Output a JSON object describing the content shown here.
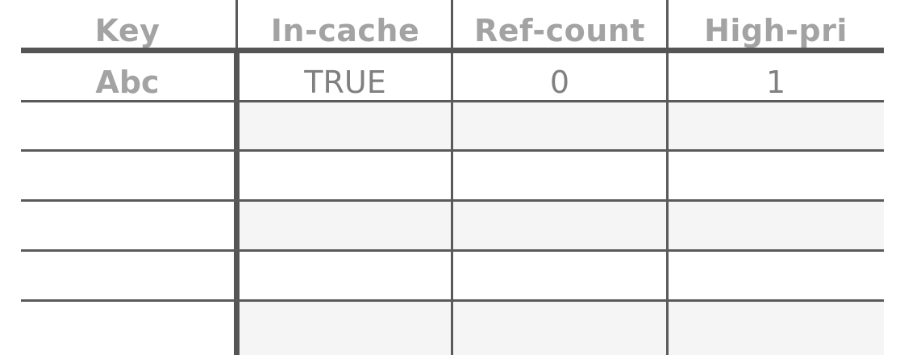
{
  "table": {
    "headers": [
      "Key",
      "In-cache",
      "Ref-count",
      "High-pri"
    ],
    "rows": [
      [
        "Abc",
        "TRUE",
        "0",
        "1"
      ],
      [
        "",
        "",
        "",
        ""
      ],
      [
        "",
        "",
        "",
        ""
      ],
      [
        "",
        "",
        "",
        ""
      ],
      [
        "",
        "",
        "",
        ""
      ],
      [
        "",
        "",
        "",
        ""
      ]
    ]
  },
  "colors": {
    "grid_line": "#5a5a5a",
    "header_text": "#a3a3a3",
    "value_text": "#808080",
    "shaded_row": "#f5f5f5"
  }
}
